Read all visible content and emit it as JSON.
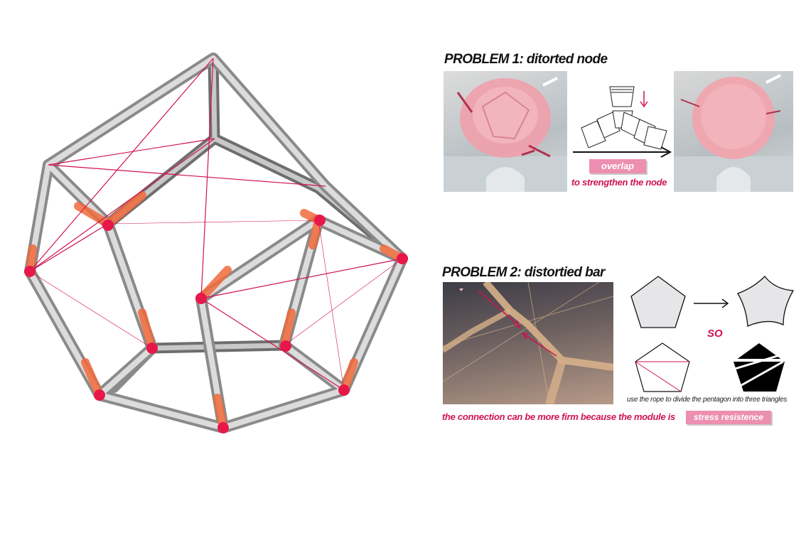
{
  "problem1": {
    "heading": "PROBLEM 1: ditorted node",
    "tag": "overlap",
    "caption": "to strengthen the node"
  },
  "problem2": {
    "heading": "PROBLEM 2: distortied bar",
    "so_label": "SO",
    "rope_note": "use the rope to divide the pentagon into three triangles",
    "conclusion": "the connection can be more firm because the module is",
    "tag": "stress resistence"
  },
  "colors": {
    "accent": "#d0134f",
    "tag_fill": "#ec8fb0",
    "node_dot": "#e8174a",
    "tube": "#b9b9b9"
  }
}
